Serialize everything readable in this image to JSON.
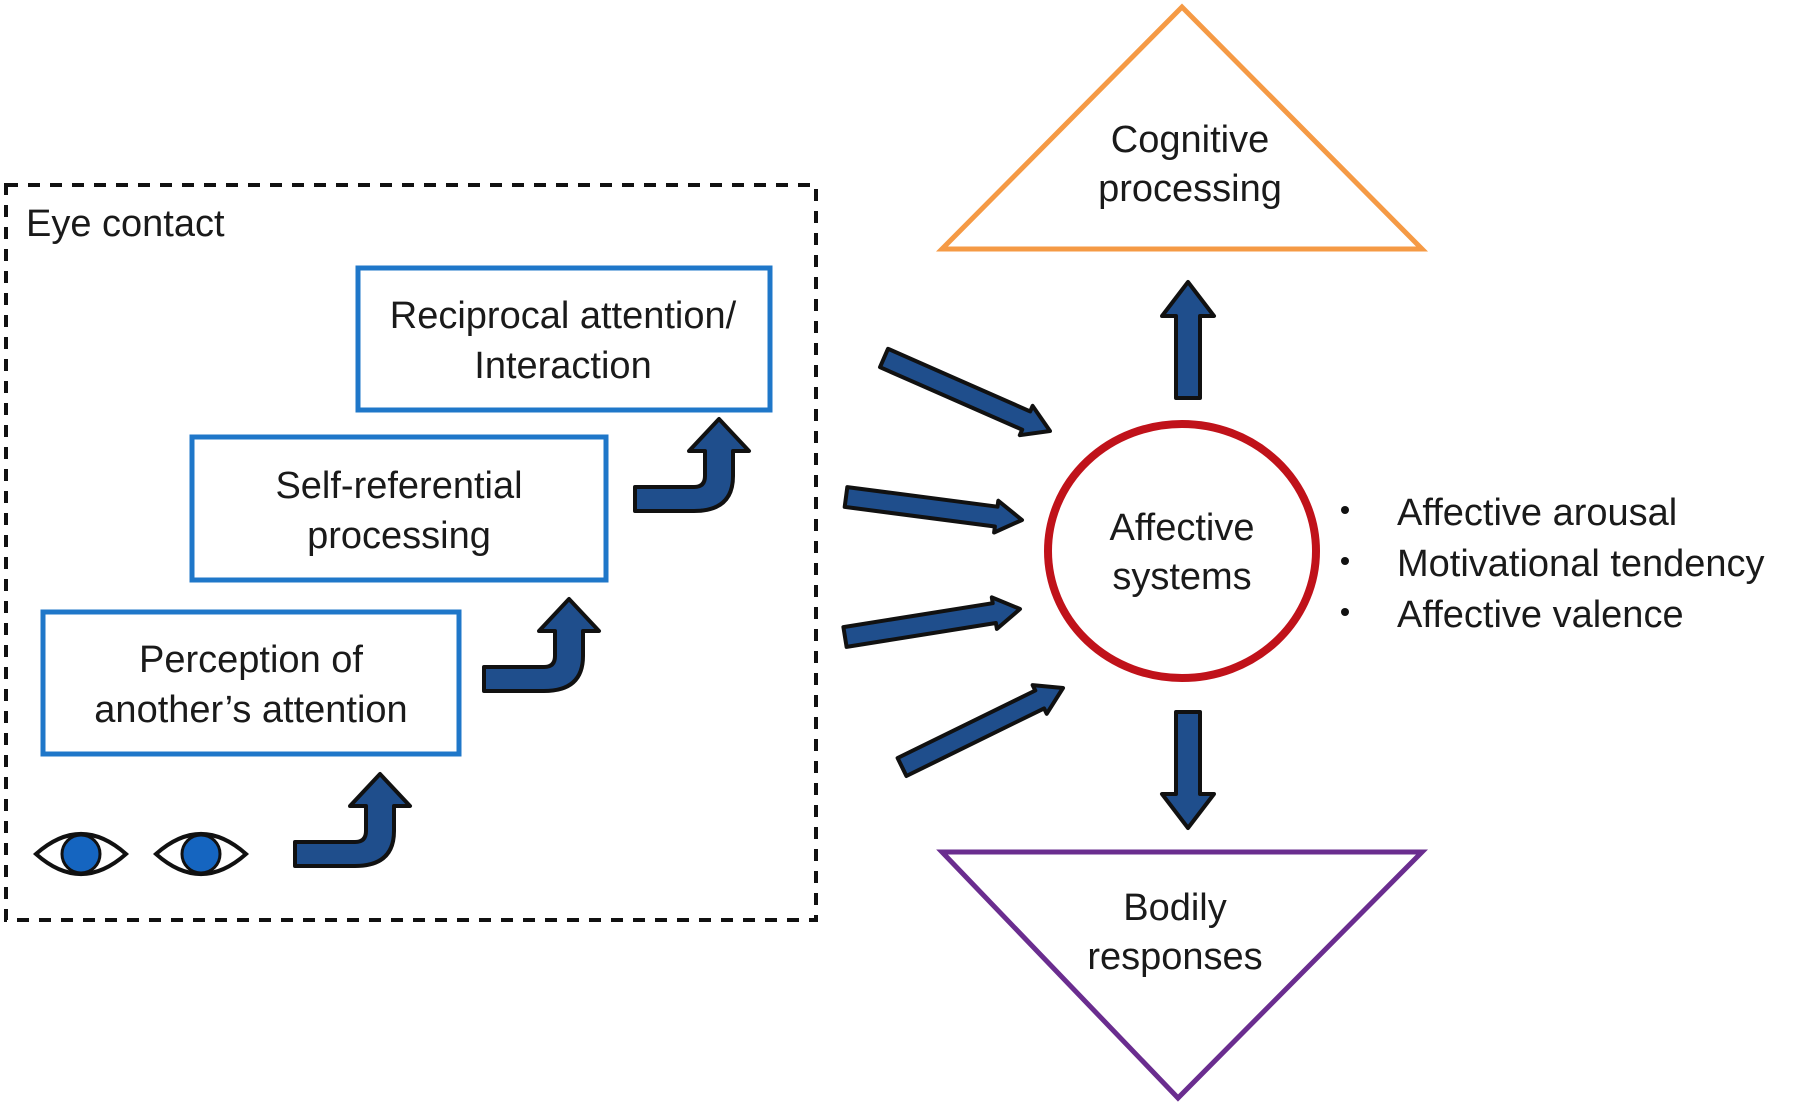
{
  "eye_contact": {
    "title": "Eye contact",
    "steps": [
      {
        "line1": "Perception of",
        "line2": "another’s attention"
      },
      {
        "line1": "Self-referential",
        "line2": "processing"
      },
      {
        "line1": "Reciprocal attention/",
        "line2": "Interaction"
      }
    ]
  },
  "center": {
    "line1": "Affective",
    "line2": "systems"
  },
  "top_node": {
    "line1": "Cognitive",
    "line2": "processing"
  },
  "bottom_node": {
    "line1": "Bodily",
    "line2": "responses"
  },
  "bullets": [
    "Affective arousal",
    "Motivational tendency",
    "Affective valence"
  ],
  "colors": {
    "box_border": "#1f77c9",
    "arrow_fill": "#1f4e8c",
    "circle_border": "#c0121a",
    "cognitive_border": "#f59a45",
    "bodily_border": "#6a2d8f",
    "iris": "#1565c0"
  }
}
